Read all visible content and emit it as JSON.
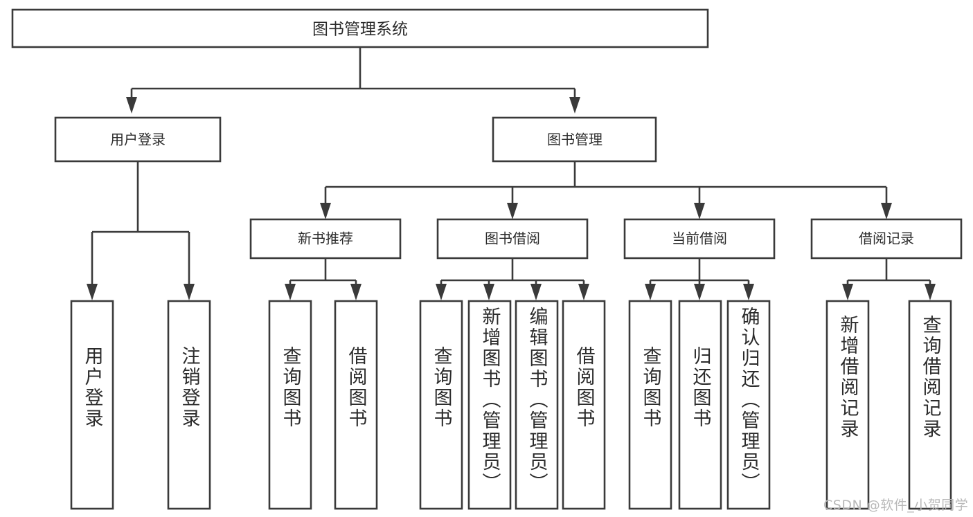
{
  "diagram": {
    "type": "tree-hierarchy-chart",
    "title_text": "图书管理系统",
    "colors": {
      "background": "#ffffff",
      "box_stroke": "#3a3a3a",
      "box_fill": "#ffffff",
      "text": "#2b2b2b",
      "watermark": "#b9b9b9"
    },
    "root": {
      "label": "图书管理系统"
    },
    "tier1": [
      {
        "label": "用户登录"
      },
      {
        "label": "图书管理"
      }
    ],
    "tier2": [
      {
        "label": "新书推荐"
      },
      {
        "label": "图书借阅"
      },
      {
        "label": "当前借阅"
      },
      {
        "label": "借阅记录"
      }
    ],
    "leaves": {
      "user_login": [
        {
          "label": "用户登录"
        },
        {
          "label": "注销登录"
        }
      ],
      "new_book_recommend": [
        {
          "label": "查询图书"
        },
        {
          "label": "借阅图书"
        }
      ],
      "book_borrow": [
        {
          "label": "查询图书"
        },
        {
          "label": "新增图书（管理员）"
        },
        {
          "label": "编辑图书（管理员）"
        },
        {
          "label": "借阅图书"
        }
      ],
      "current_borrow": [
        {
          "label": "查询图书"
        },
        {
          "label": "归还图书"
        },
        {
          "label": "确认归还（管理员）"
        }
      ],
      "borrow_record": [
        {
          "label": "新增借阅记录"
        },
        {
          "label": "查询借阅记录"
        }
      ]
    },
    "watermark": {
      "text": "CSDN @软件_小贺同学"
    }
  }
}
